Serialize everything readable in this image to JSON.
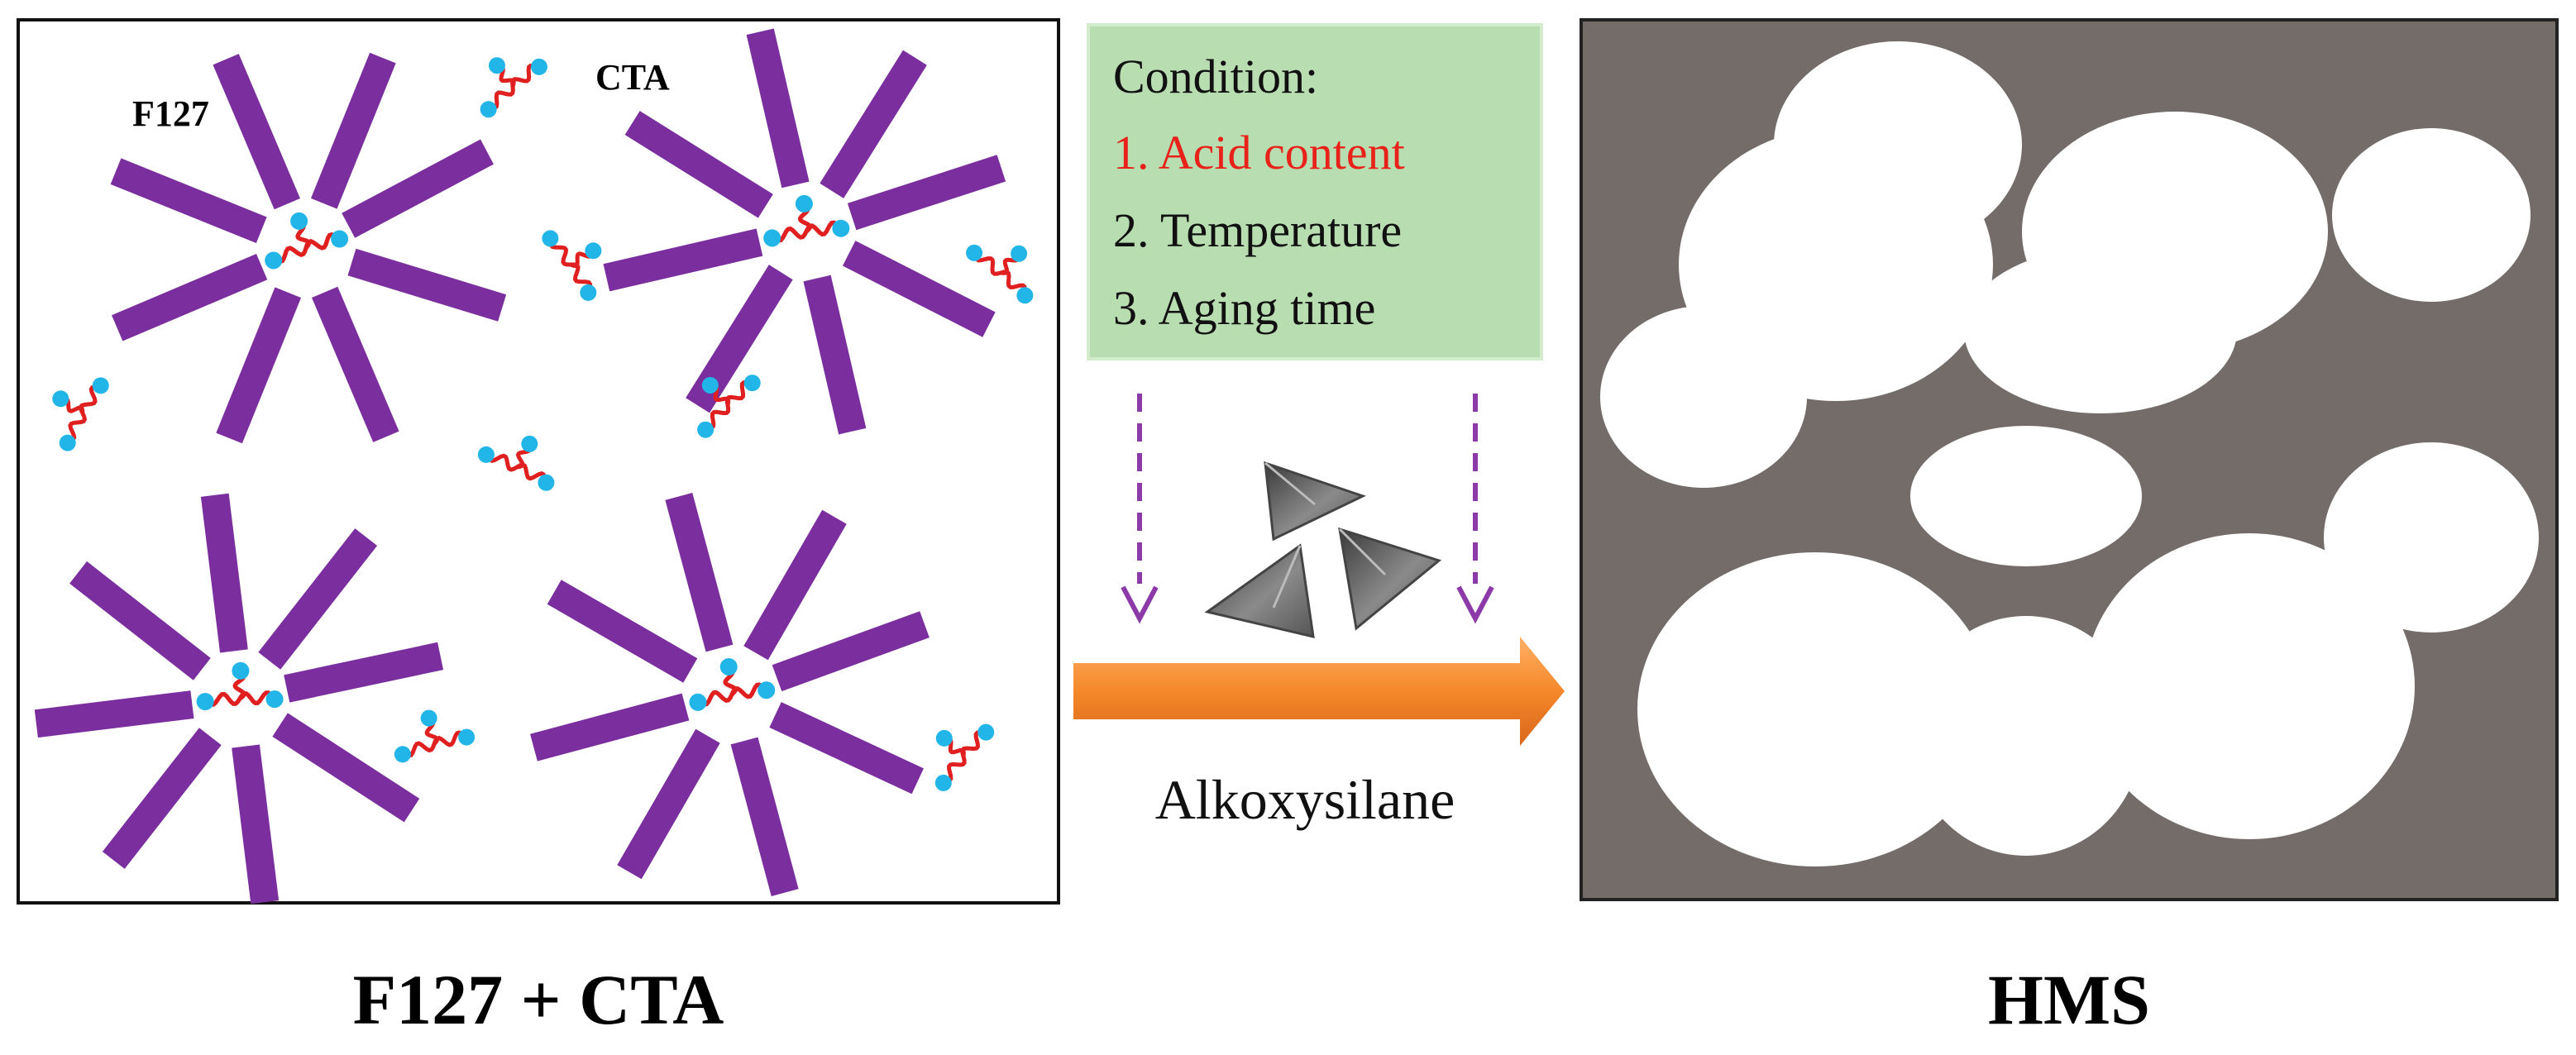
{
  "left_panel": {
    "label_f127": "F127",
    "label_cta": "CTA",
    "caption": "F127 + CTA"
  },
  "condition_box": {
    "title": "Condition:",
    "items": [
      "1. Acid content",
      "2. Temperature",
      "3. Aging time"
    ]
  },
  "arrow_label": "Alkoxysilane",
  "right_panel": {
    "caption": "HMS"
  },
  "colors": {
    "f127_rod": "#7b2e9e",
    "cta_chain": "#e02020",
    "cta_head": "#21b5e8",
    "condition_bg": "#b8ddb0",
    "highlight_text": "#e8221b",
    "arrow": "#f5882a",
    "dashed_arrow": "#8c3aa8",
    "hms_background": "#736c69",
    "pore": "#ffffff"
  }
}
